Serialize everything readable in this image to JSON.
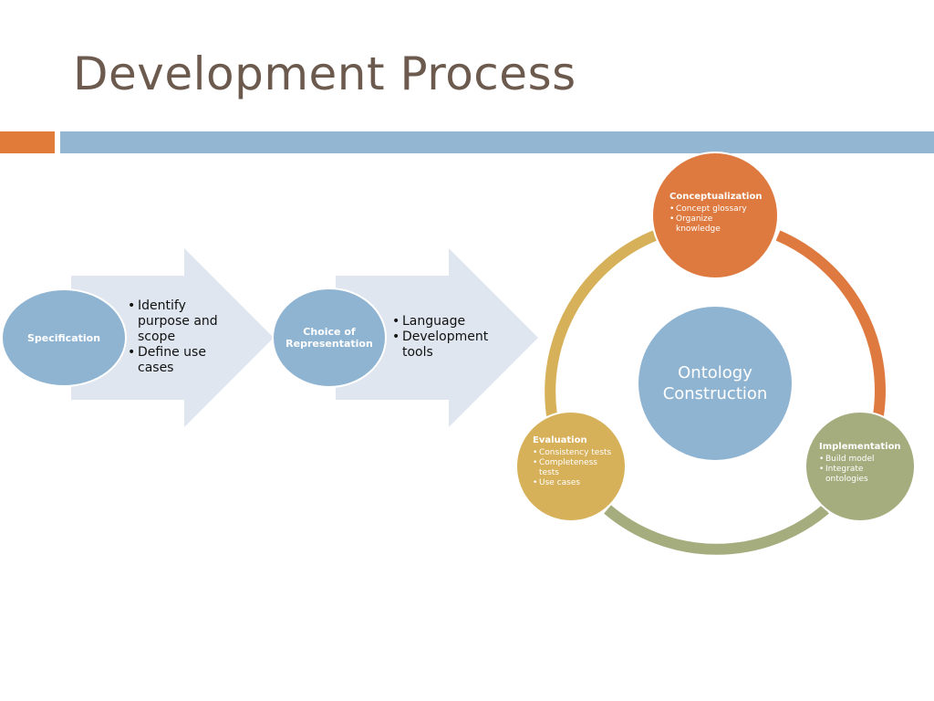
{
  "slide": {
    "title": "Development Process"
  },
  "colors": {
    "title": "#6b5a4d",
    "accent_orange": "#e07b39",
    "accent_blue": "#93b6d3",
    "arrow_fill": "#dfe6ef",
    "circle_blue": "#8fb4d2",
    "orange": "#de7a3f",
    "green": "#a5ad7f",
    "gold": "#d7b159"
  },
  "process": {
    "steps": [
      {
        "label": "Specification",
        "bullets": [
          "Identify purpose and scope",
          "Define use cases"
        ]
      },
      {
        "label": "Choice of Representation",
        "bullets": [
          "Language",
          "Development tools"
        ]
      }
    ]
  },
  "cycle": {
    "center_label": "Ontology Construction",
    "nodes": [
      {
        "title": "Conceptualization",
        "items": [
          "Concept glossary",
          "Organize knowledge"
        ]
      },
      {
        "title": "Implementation",
        "items": [
          "Build model",
          "Integrate ontologies"
        ]
      },
      {
        "title": "Evaluation",
        "items": [
          "Consistency tests",
          "Completeness tests",
          "Use cases"
        ]
      }
    ]
  }
}
